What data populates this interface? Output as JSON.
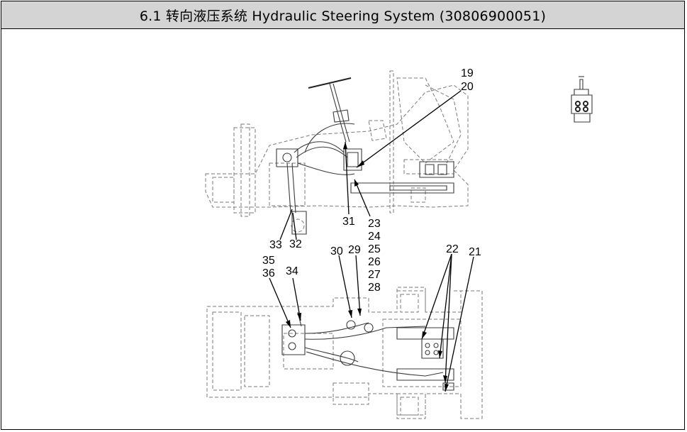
{
  "header": {
    "title": "6.1 转向液压系统 Hydraulic Steering System (30806900051)"
  },
  "callouts": {
    "c19": "19",
    "c20": "20",
    "c21": "21",
    "c22": "22",
    "c23": "23",
    "c24": "24",
    "c25": "25",
    "c26": "26",
    "c27": "27",
    "c28": "28",
    "c29": "29",
    "c30": "30",
    "c31": "31",
    "c32": "32",
    "c33": "33",
    "c34": "34",
    "c35": "35",
    "c36": "36"
  }
}
